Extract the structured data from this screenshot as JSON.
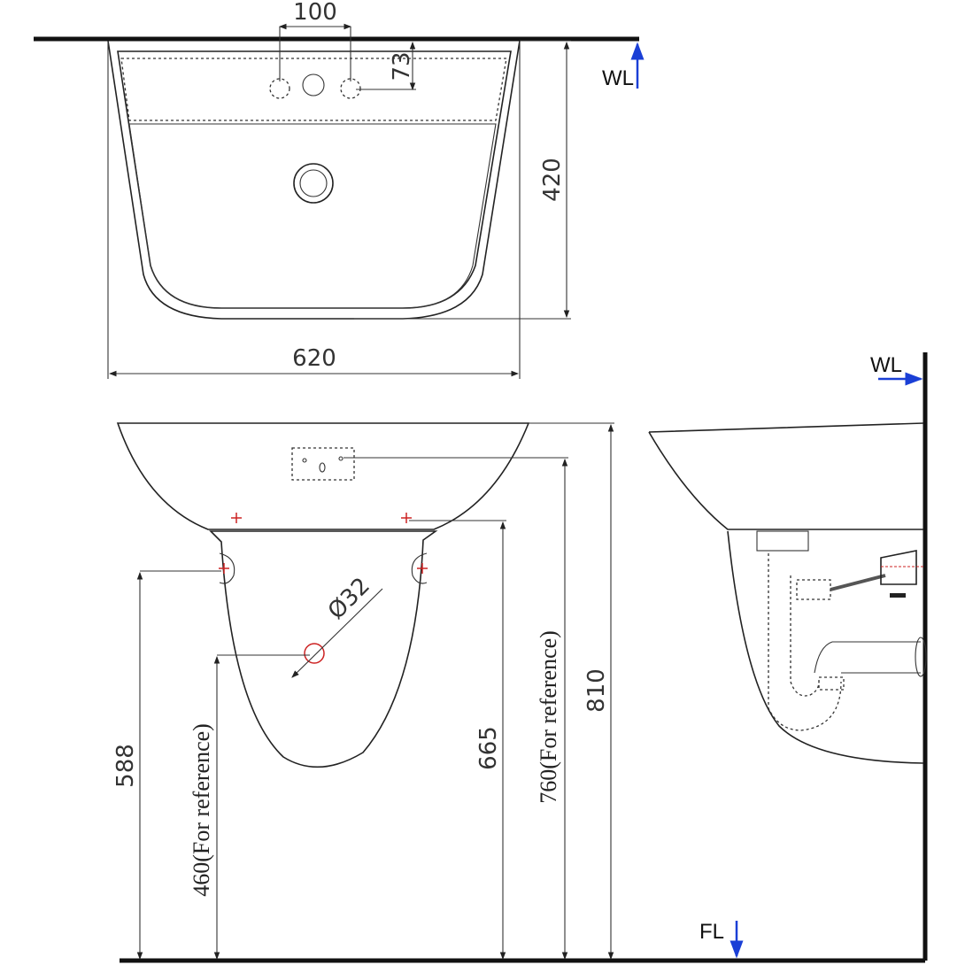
{
  "top_view": {
    "width": "620",
    "depth": "420",
    "tap_spacing": "100",
    "tap_offset": "73",
    "wall_label": "WL"
  },
  "front_view": {
    "drain_dia": "Ø32",
    "h588": "588",
    "h460": "460(For reference)",
    "h665": "665",
    "h760": "760(For reference)",
    "h810": "810"
  },
  "side_view": {
    "wall_label": "WL",
    "floor_label": "FL"
  },
  "colors": {
    "line": "#222222",
    "marker": "#cc2222",
    "level_arrow": "#1a3fd6"
  }
}
